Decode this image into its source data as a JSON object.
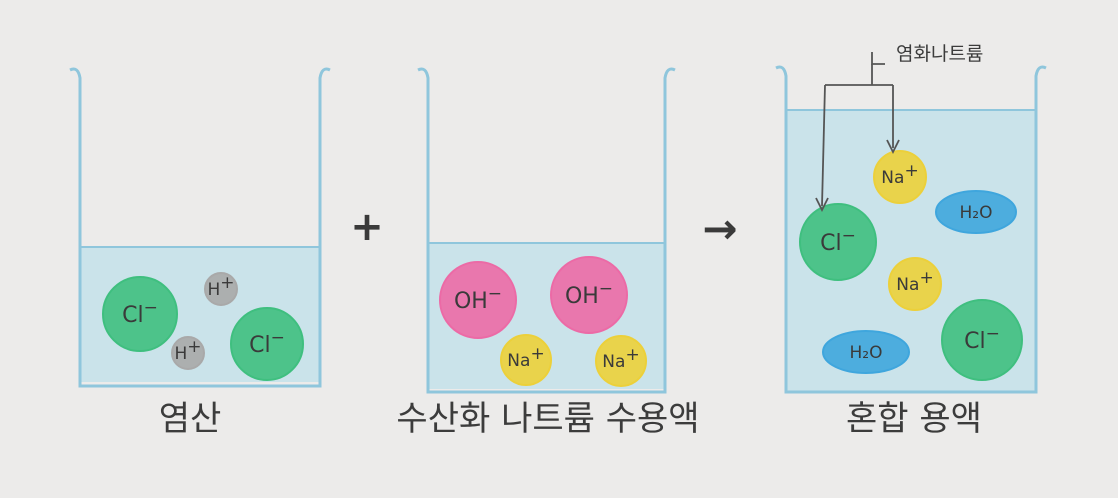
{
  "beakers": [
    {
      "caption": "염산",
      "ions": [
        {
          "label": "Cl",
          "sup": "−",
          "kind": "chloride"
        },
        {
          "label": "H",
          "sup": "+",
          "kind": "hydrogen"
        },
        {
          "label": "H",
          "sup": "+",
          "kind": "hydrogen"
        },
        {
          "label": "Cl",
          "sup": "−",
          "kind": "chloride"
        }
      ]
    },
    {
      "caption": "수산화 나트륨 수용액",
      "ions": [
        {
          "label": "OH",
          "sup": "−",
          "kind": "hydroxide"
        },
        {
          "label": "OH",
          "sup": "−",
          "kind": "hydroxide"
        },
        {
          "label": "Na",
          "sup": "+",
          "kind": "sodium"
        },
        {
          "label": "Na",
          "sup": "+",
          "kind": "sodium"
        }
      ]
    },
    {
      "caption": "혼합 용액",
      "ions": [
        {
          "label": "Na",
          "sup": "+",
          "kind": "sodium"
        },
        {
          "label": "H₂O",
          "sup": "",
          "kind": "water"
        },
        {
          "label": "Cl",
          "sup": "−",
          "kind": "chloride"
        },
        {
          "label": "Na",
          "sup": "+",
          "kind": "sodium"
        },
        {
          "label": "H₂O",
          "sup": "",
          "kind": "water"
        },
        {
          "label": "Cl",
          "sup": "−",
          "kind": "chloride"
        }
      ]
    }
  ],
  "operators": {
    "plus": "+",
    "arrow": "→"
  },
  "callout": {
    "label": "염화나트륨"
  },
  "colors": {
    "background": "#ecebea",
    "beaker_outline": "#8fc6dc",
    "solution": "#bfe0ea",
    "chloride": "#3fbf7f",
    "hydrogen": "#a9a9a9",
    "hydroxide": "#ec6aa6",
    "sodium": "#ecd03a",
    "water": "#3fa6dd"
  }
}
